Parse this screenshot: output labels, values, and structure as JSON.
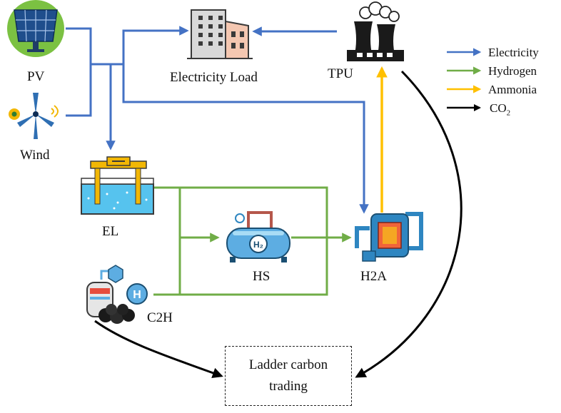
{
  "nodes": {
    "pv": "PV",
    "wind": "Wind",
    "electricity_load": "Electricity Load",
    "tpu": "TPU",
    "el": "EL",
    "hs": "HS",
    "h2a": "H2A",
    "c2h": "C2H",
    "ladder_line1": "Ladder carbon",
    "ladder_line2": "trading"
  },
  "legend": [
    {
      "label": "Electricity",
      "color": "#4472C4"
    },
    {
      "label": "Hydrogen",
      "color": "#70AD47"
    },
    {
      "label": "Ammonia",
      "color": "#FFC000"
    },
    {
      "label": "CO",
      "sub": "2",
      "color": "#000000"
    }
  ],
  "colors": {
    "electricity": "#4472C4",
    "hydrogen": "#70AD47",
    "ammonia": "#FFC000",
    "co2": "#000000"
  },
  "icons": {
    "pv": "solar-panel-icon",
    "wind": "wind-turbine-icon",
    "electricity_load": "buildings-icon",
    "tpu": "power-plant-icon",
    "el": "electrolyzer-icon",
    "hs": "hydrogen-tank-icon",
    "h2a": "ammonia-reactor-icon",
    "c2h": "coal-gasifier-icon",
    "h2_badge": "H₂",
    "h_badge": "H"
  }
}
